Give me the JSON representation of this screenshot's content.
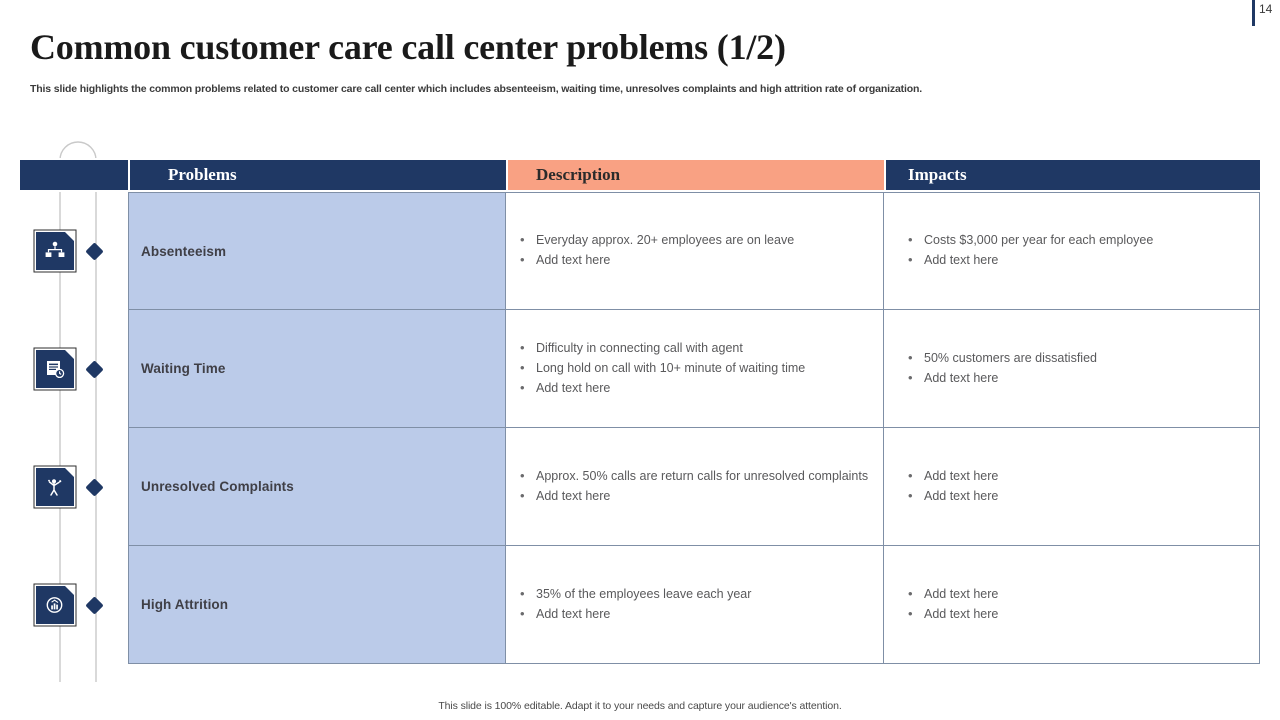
{
  "page": {
    "number": "14",
    "title": "Common customer care call center problems (1/2)",
    "subtitle": "This slide highlights the common problems related to customer care call center which includes absenteeism, waiting time, unresolves complaints and high attrition rate of organization.",
    "footer": "This slide is 100% editable. Adapt it to your needs and capture your audience's attention."
  },
  "colors": {
    "header_navy": "#1f3864",
    "header_peach": "#f9a183",
    "problem_cell": "#bbcbe9",
    "cell_border": "#7f8fa6",
    "body_text": "#59595b"
  },
  "table": {
    "headers": [
      {
        "label": "Problems",
        "style": "navy"
      },
      {
        "label": "Description",
        "style": "peach"
      },
      {
        "label": "Impacts",
        "style": "navy"
      }
    ],
    "rows": [
      {
        "icon": "org-chart-icon",
        "problem": "Absenteeism",
        "description": [
          "Everyday approx. 20+ employees are on leave",
          "Add text here"
        ],
        "impacts": [
          "Costs $3,000 per year for each employee",
          "Add text here"
        ]
      },
      {
        "icon": "document-checklist-icon",
        "problem": "Waiting Time",
        "description": [
          "Difficulty in connecting call with agent",
          "Long hold on call with 10+ minute of waiting time",
          "Add text here"
        ],
        "impacts": [
          "50% customers are dissatisfied",
          "Add text here"
        ]
      },
      {
        "icon": "person-raised-arms-icon",
        "problem": "Unresolved Complaints",
        "description": [
          "Approx. 50% calls are return calls for unresolved complaints",
          "Add text here"
        ],
        "impacts": [
          "Add text here",
          "Add text here"
        ]
      },
      {
        "icon": "circular-bar-chart-icon",
        "problem": "High Attrition",
        "description": [
          "35% of the employees leave each year",
          "Add text here"
        ],
        "impacts": [
          "Add text here",
          "Add text here"
        ]
      }
    ]
  }
}
